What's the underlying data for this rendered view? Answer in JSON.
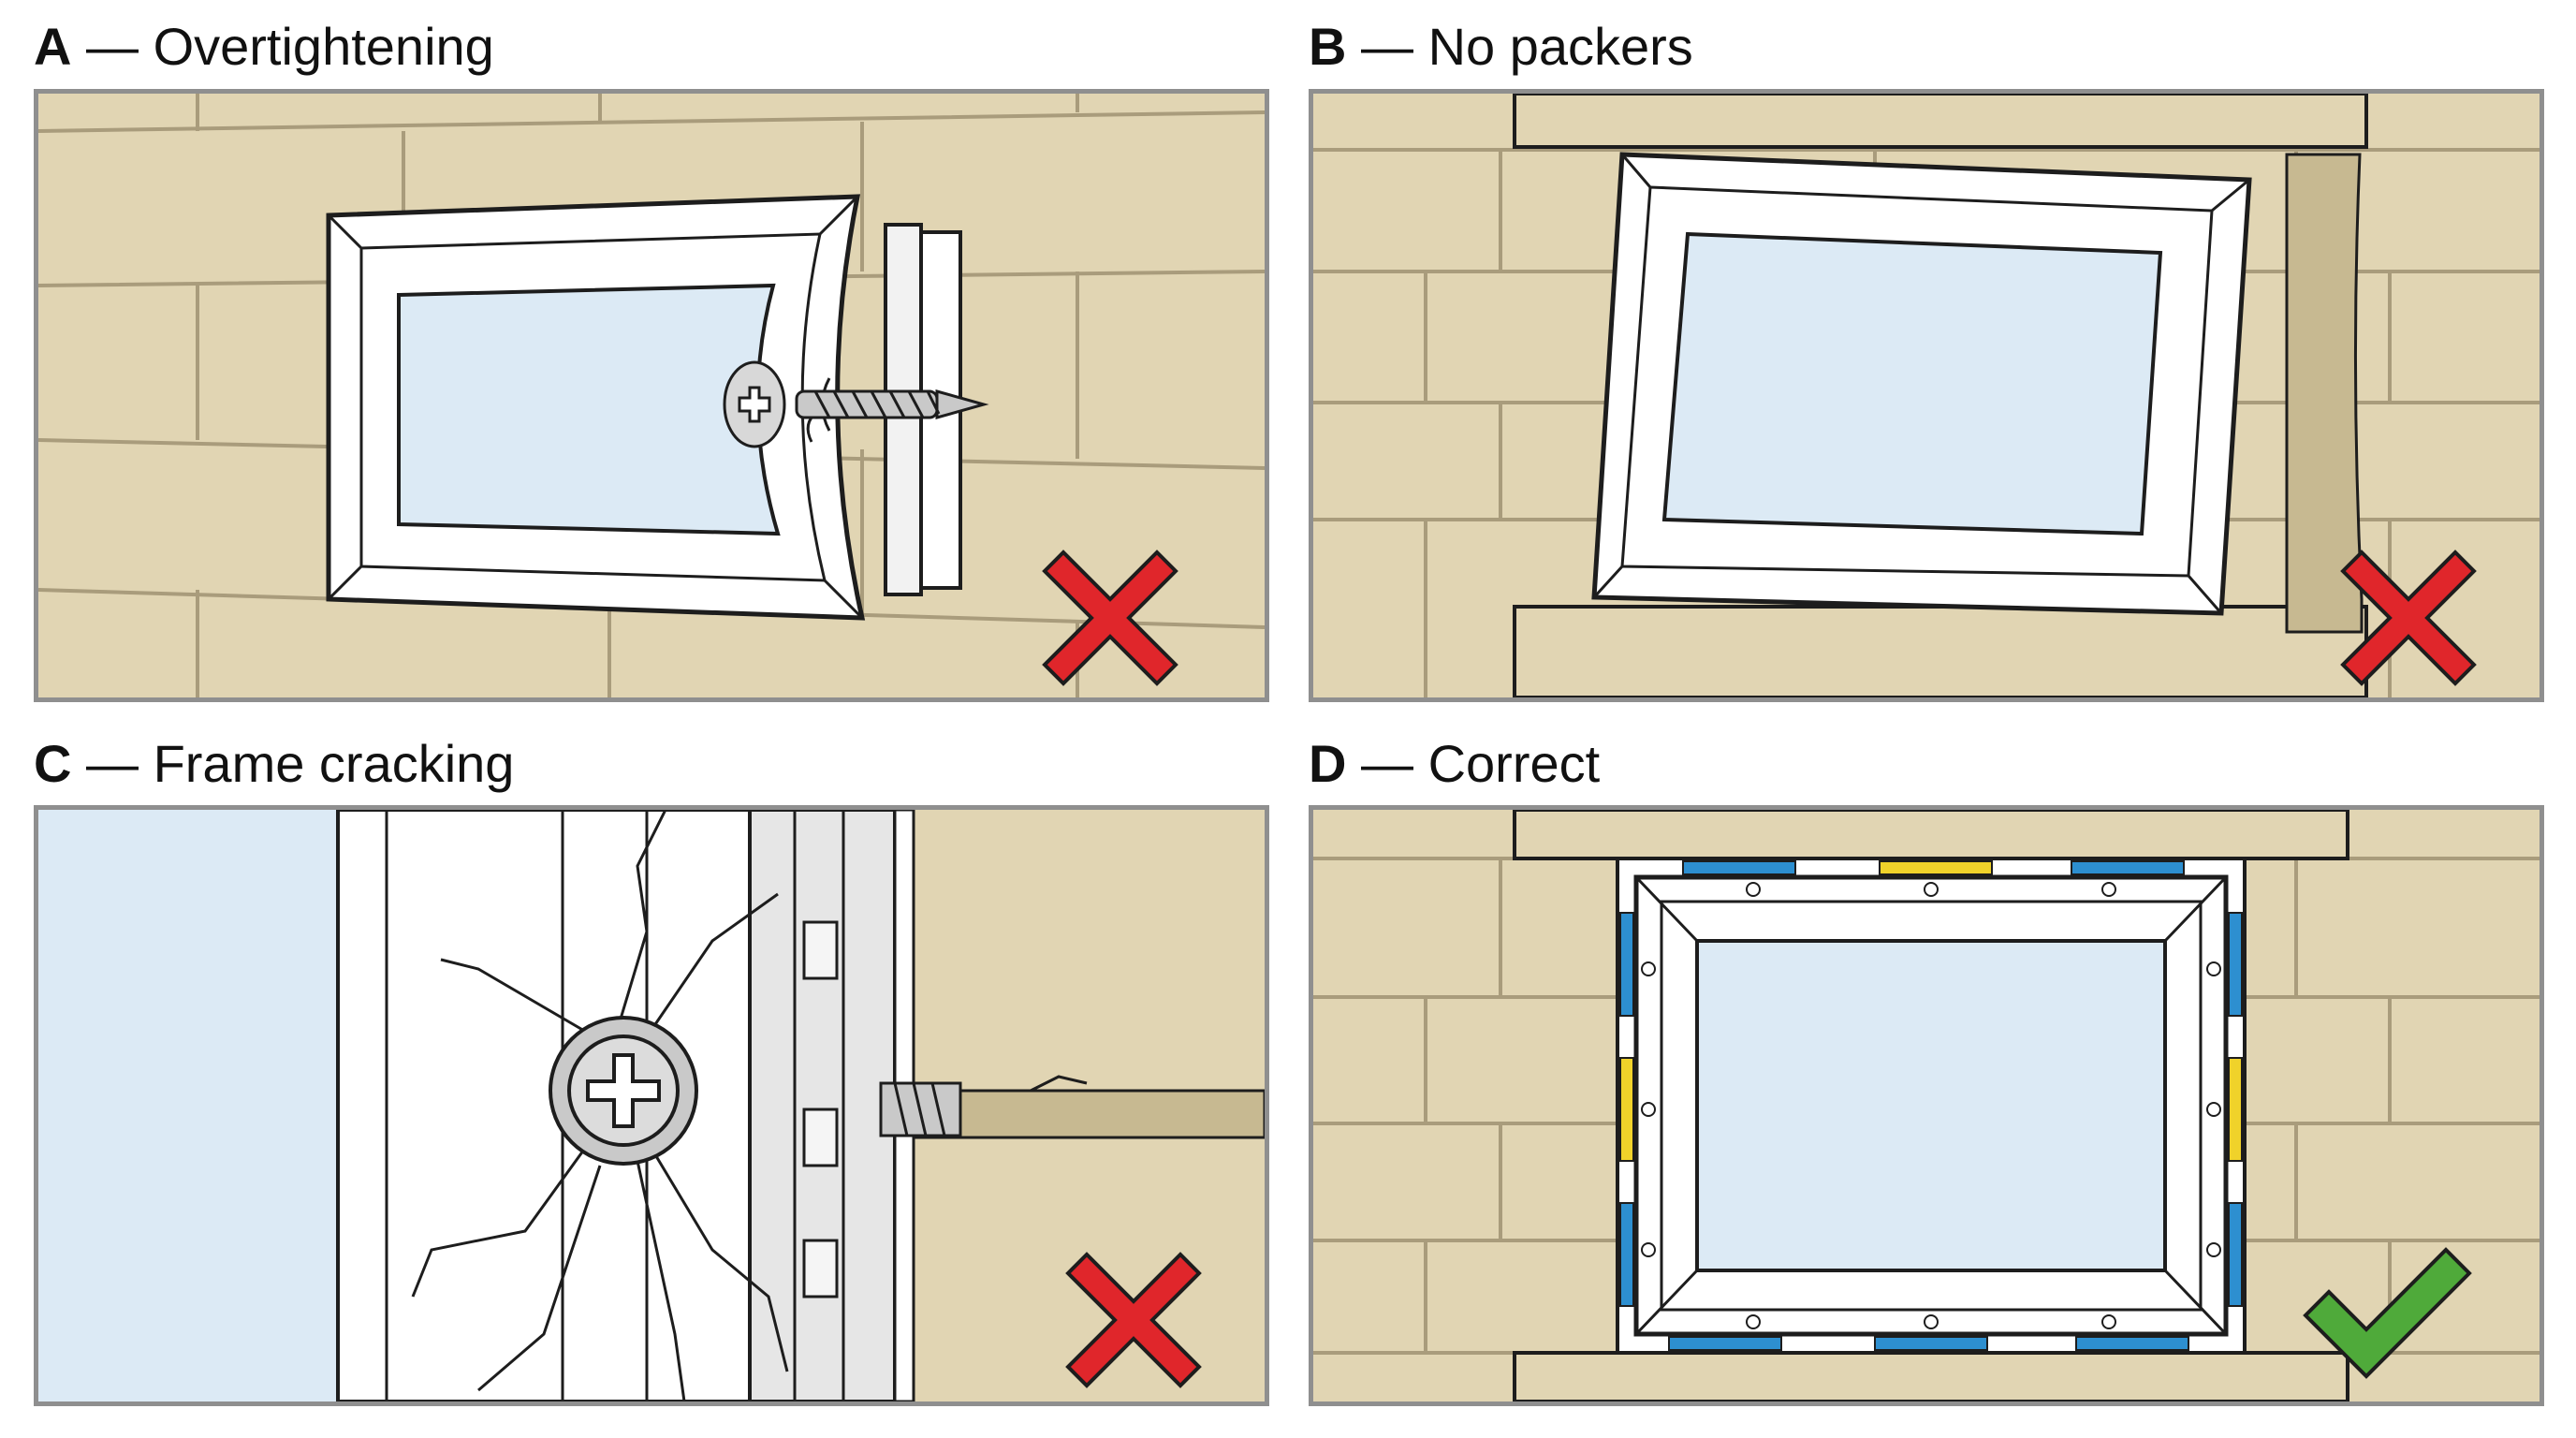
{
  "panels": [
    {
      "letter": "A",
      "separator": "—",
      "caption": "Overtightening",
      "verdict": "incorrect"
    },
    {
      "letter": "B",
      "separator": "—",
      "caption": "No packers",
      "verdict": "incorrect"
    },
    {
      "letter": "C",
      "separator": "—",
      "caption": "Frame cracking",
      "verdict": "incorrect"
    },
    {
      "letter": "D",
      "separator": "—",
      "caption": "Correct",
      "verdict": "correct"
    }
  ],
  "colors": {
    "wall": "#e1d5b3",
    "mortar": "#a99c7c",
    "frame": "#ffffff",
    "outline": "#1d1d1d",
    "glass": "#dceaf5",
    "packer_blue": "#2d8fd0",
    "packer_yellow": "#f0d22a",
    "cross": "#e0262b",
    "check": "#4faa3a"
  },
  "icons": {
    "incorrect": "cross-icon",
    "correct": "check-icon"
  }
}
